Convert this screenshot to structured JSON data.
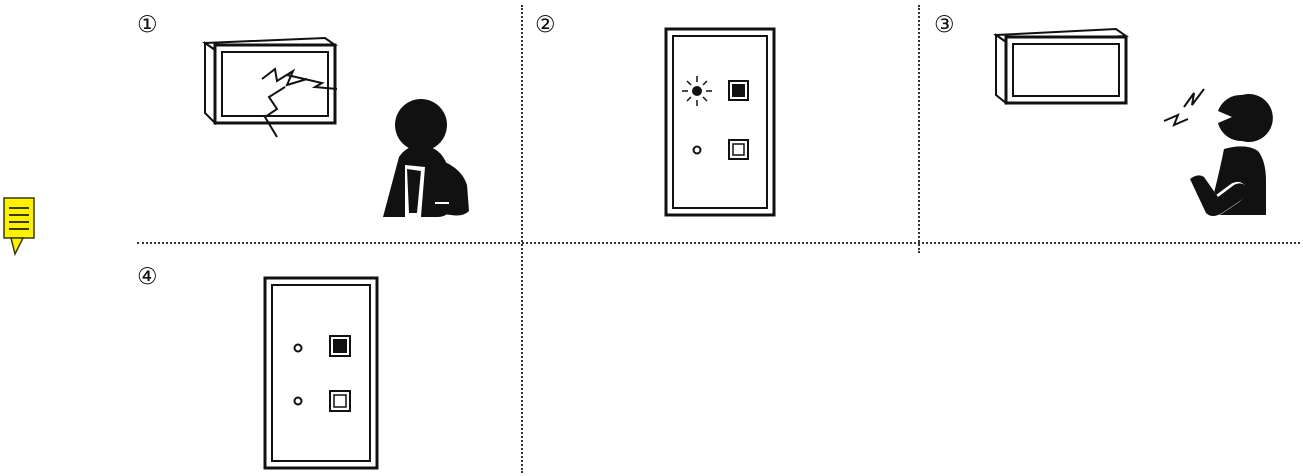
{
  "steps": [
    {
      "number": "①"
    },
    {
      "number": "②"
    },
    {
      "number": "③"
    },
    {
      "number": "④"
    }
  ],
  "annotation": {
    "icon": "sticky-note-icon",
    "color": "#fff200"
  },
  "colors": {
    "ink": "#111111",
    "background": "#ffffff"
  }
}
